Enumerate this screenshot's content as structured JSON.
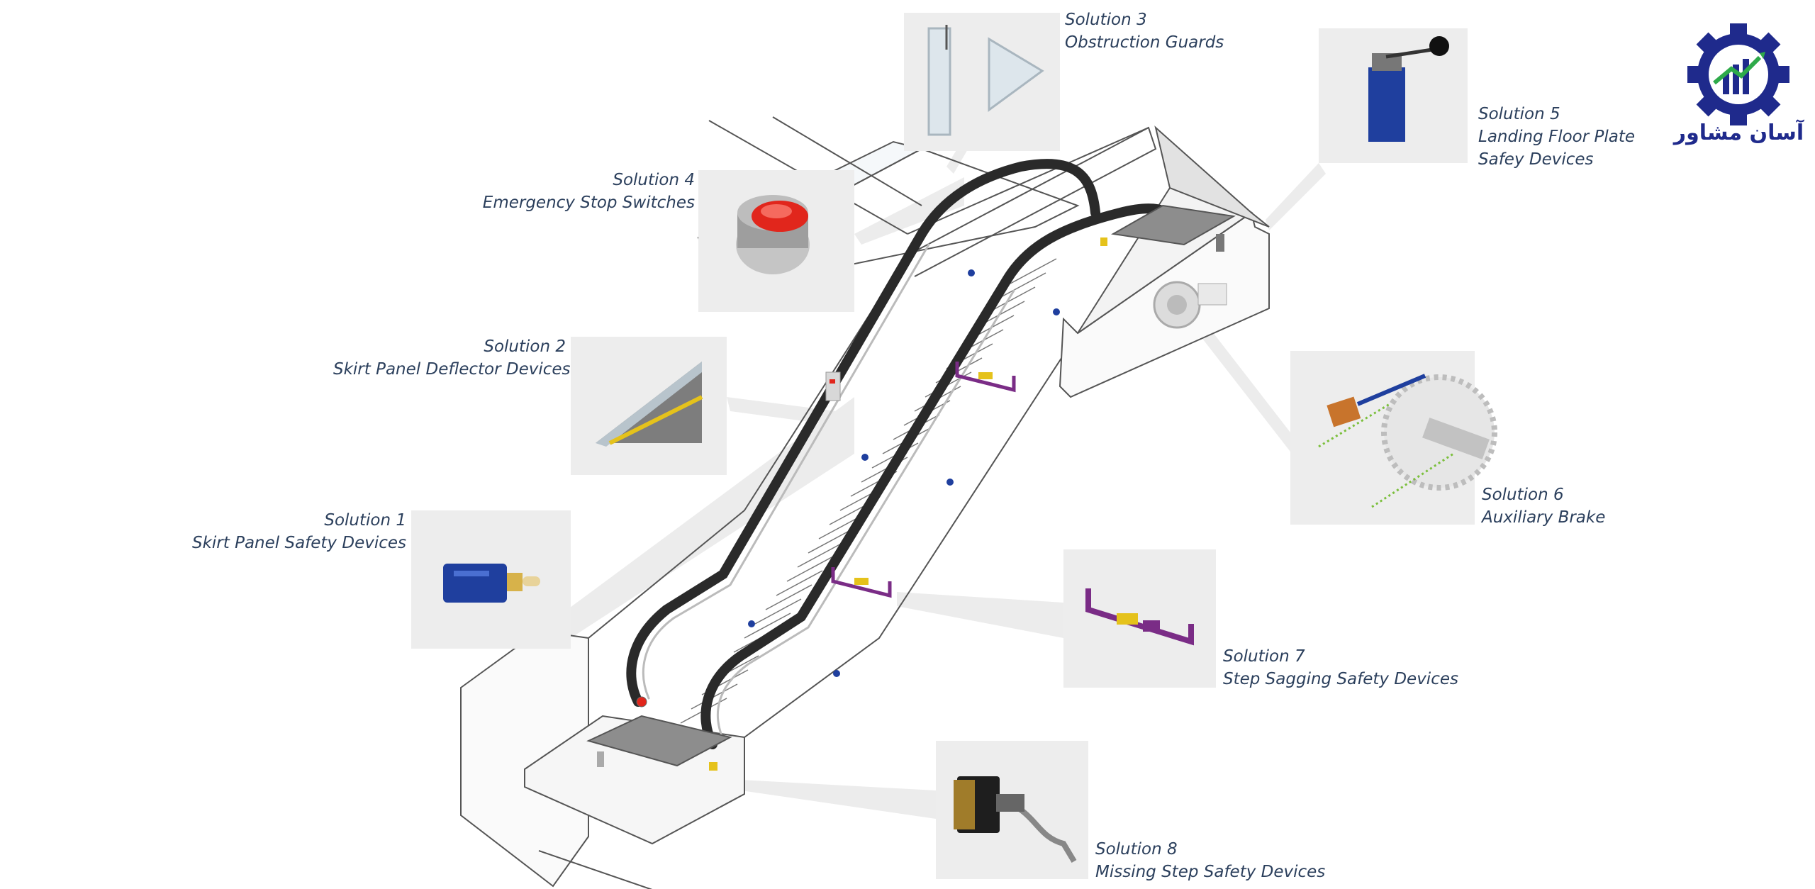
{
  "logo": {
    "text": "آسان مشاور",
    "gear_color": "#1f2a8c",
    "arrow_color": "#2eaa4a",
    "icon": "gear-growth-chart-icon"
  },
  "solutions": [
    {
      "id": "s1",
      "title": "Solution 1",
      "subtitle": "Skirt Panel Safety Devices"
    },
    {
      "id": "s2",
      "title": "Solution 2",
      "subtitle": "Skirt Panel Deflector Devices"
    },
    {
      "id": "s3",
      "title": "Solution 3",
      "subtitle": "Obstruction Guards"
    },
    {
      "id": "s4",
      "title": "Solution 4",
      "subtitle": "Emergency Stop Switches"
    },
    {
      "id": "s5",
      "title": "Solution 5",
      "subtitle_lines": [
        "Landing Floor Plate",
        "Safey Devices"
      ]
    },
    {
      "id": "s6",
      "title": "Solution 6",
      "subtitle": "Auxiliary Brake"
    },
    {
      "id": "s7",
      "title": "Solution 7",
      "subtitle": "Step Sagging Safety Devices"
    },
    {
      "id": "s8",
      "title": "Solution 8",
      "subtitle": "Missing Step Safety Devices"
    }
  ],
  "colors": {
    "label_text": "#2b3f5c",
    "handrail": "#2a2a2a",
    "callout_box": "#ededed",
    "switch_blue": "#1f3f9e",
    "stop_red": "#e1261c",
    "bracket_purple": "#7a2c86",
    "accent_yellow": "#e5c21b"
  }
}
